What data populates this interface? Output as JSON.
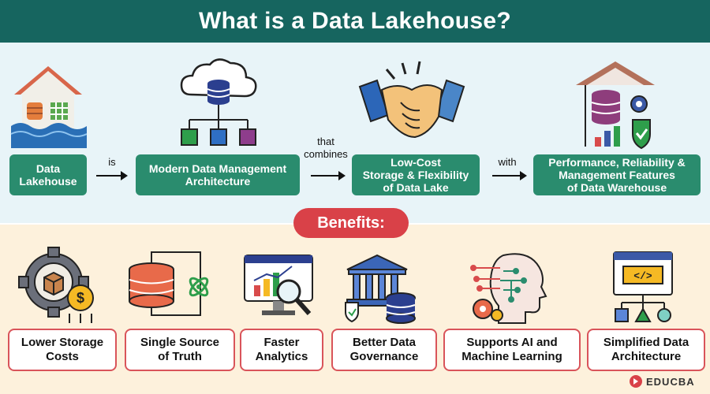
{
  "title": "What is a Data Lakehouse?",
  "flow": {
    "nodes": [
      {
        "label": "Data\nLakehouse",
        "icon": "lakehouse-icon"
      },
      {
        "label": "Modern Data Management\nArchitecture",
        "icon": "cloud-database-icon"
      },
      {
        "label": "Low-Cost\nStorage & Flexibility\nof Data Lake",
        "icon": "handshake-icon"
      },
      {
        "label": "Performance, Reliability &\nManagement Features\nof Data Warehouse",
        "icon": "data-warehouse-icon"
      }
    ],
    "connectors": [
      "is",
      "that\ncombines",
      "with"
    ]
  },
  "benefits_label": "Benefits:",
  "benefits": [
    {
      "label": "Lower Storage\nCosts",
      "icon": "cost-gear-icon"
    },
    {
      "label": "Single Source\nof Truth",
      "icon": "single-source-icon"
    },
    {
      "label": "Faster\nAnalytics",
      "icon": "analytics-monitor-icon"
    },
    {
      "label": "Better Data\nGovernance",
      "icon": "governance-bank-icon"
    },
    {
      "label": "Supports AI and\nMachine Learning",
      "icon": "ai-head-icon"
    },
    {
      "label": "Simplified Data\nArchitecture",
      "icon": "architecture-icon"
    }
  ],
  "brand": "EDUCBA",
  "colors": {
    "title_bg": "#16655f",
    "box": "#2a8c6e",
    "accent": "#d94148",
    "top_bg": "#e8f4f8",
    "bottom_bg": "#fdf1dc"
  }
}
